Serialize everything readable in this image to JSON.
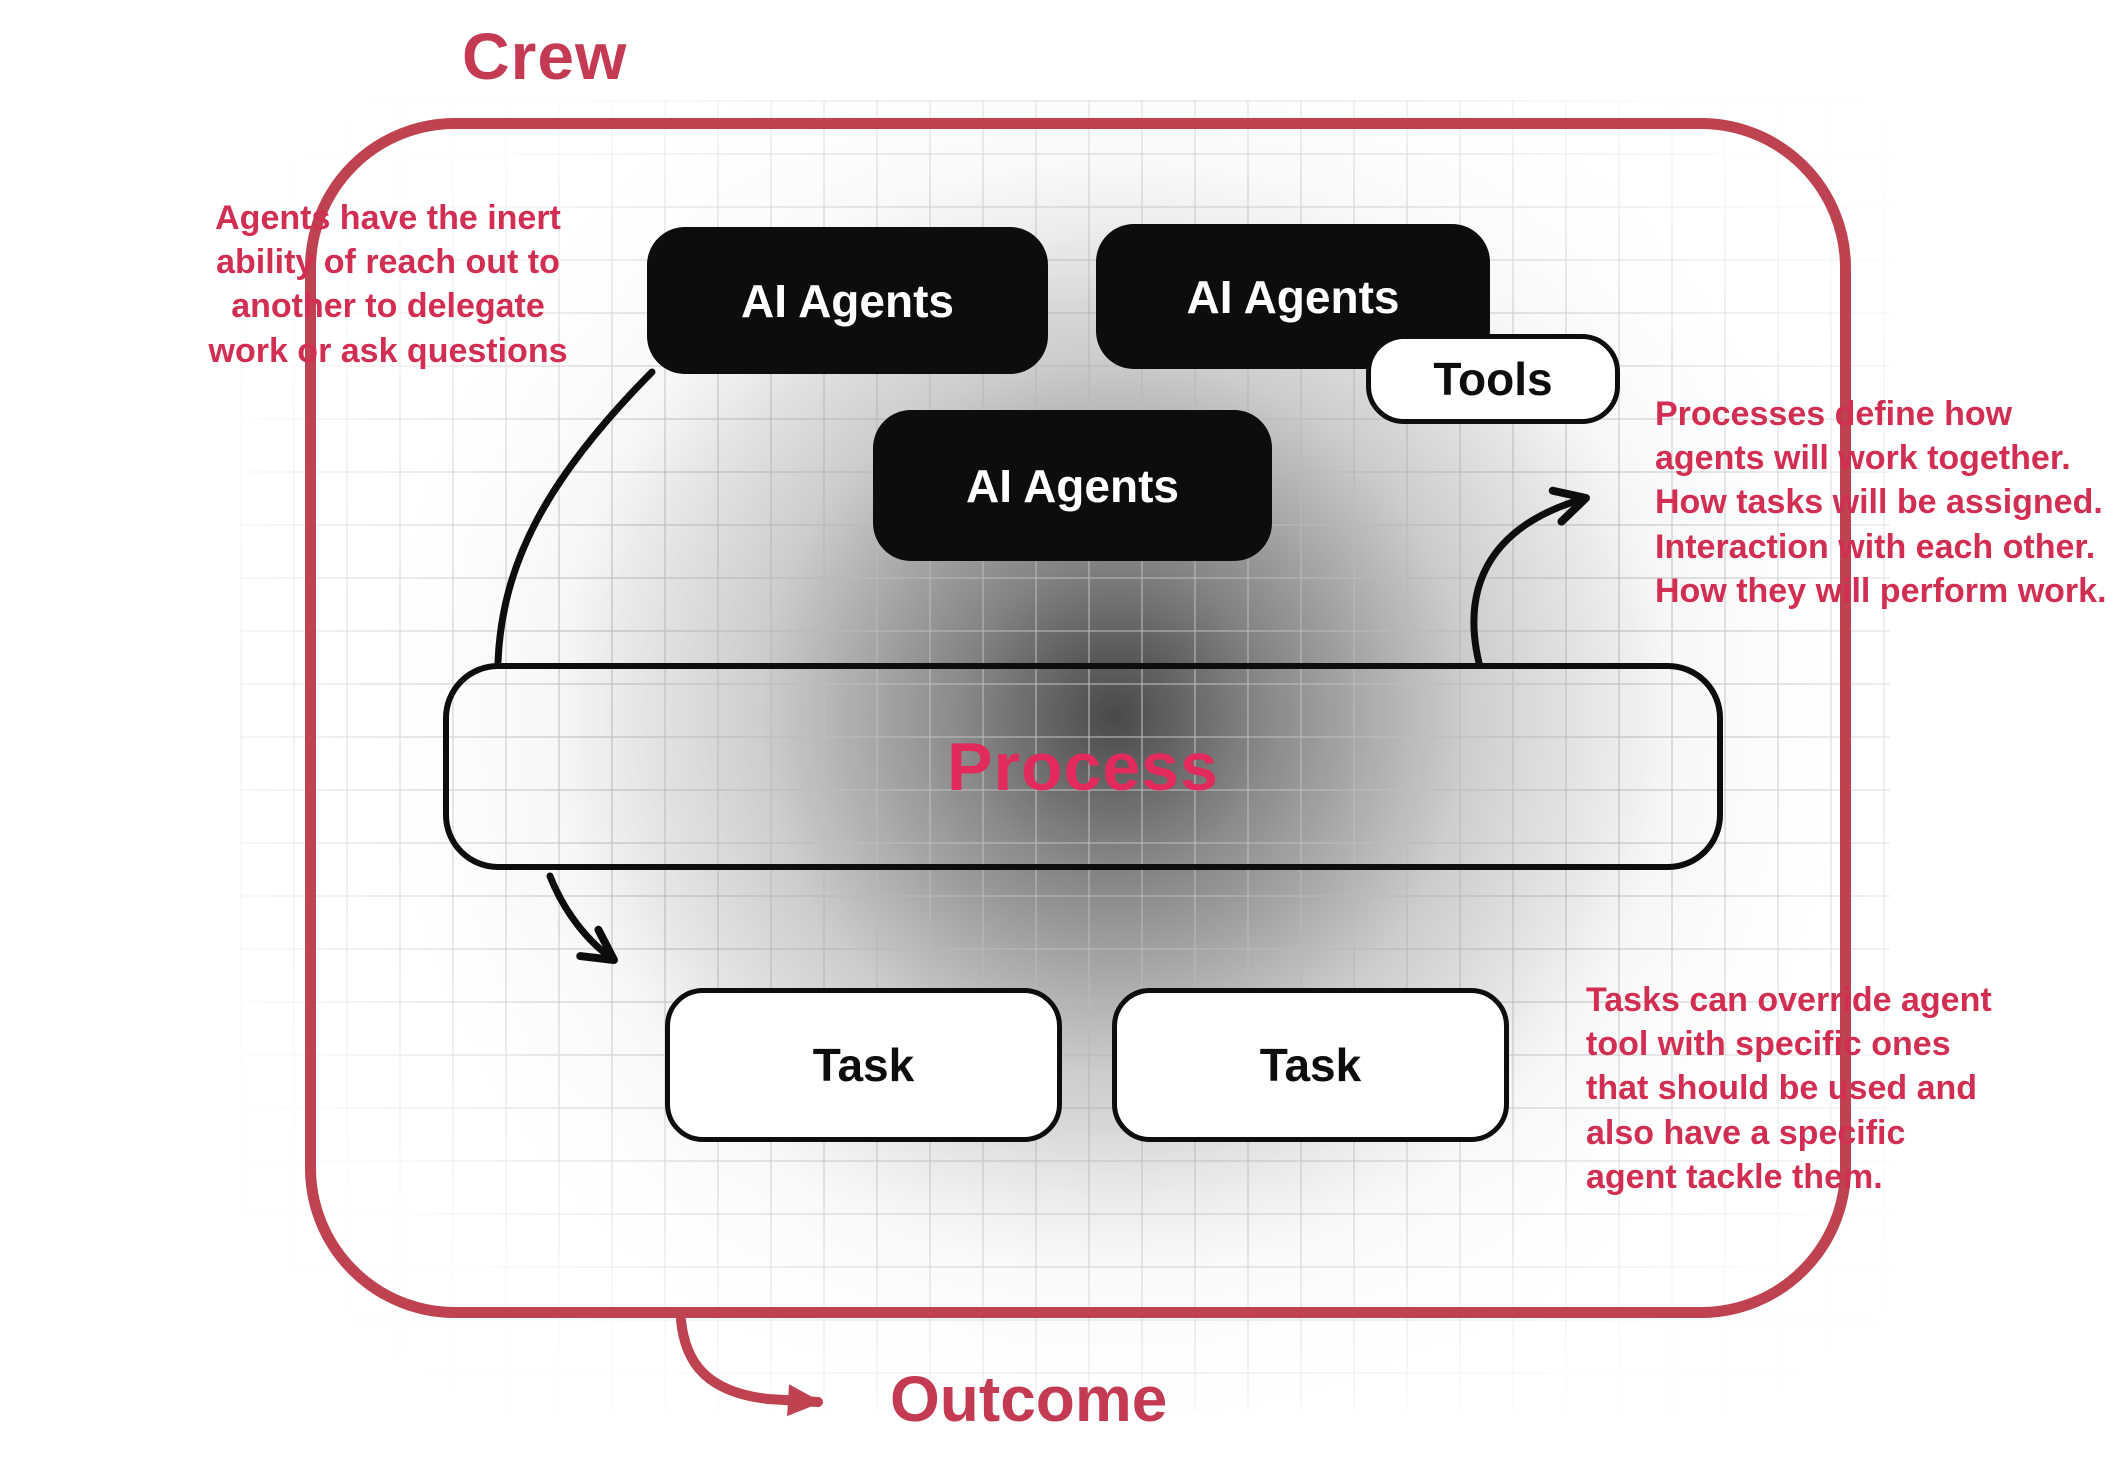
{
  "title": "Crew",
  "outcome_label": "Outcome",
  "boxes": {
    "agent1": "AI Agents",
    "agent2": "AI Agents",
    "agent3": "AI Agents",
    "tools": "Tools",
    "process": "Process",
    "task1": "Task",
    "task2": "Task"
  },
  "annotations": {
    "left": "Agents have the inert\nability of reach out to\nanother to delegate\nwork or ask questions",
    "right_top": "Processes define how\nagents will work together.\nHow tasks will be assigned.\nInteraction with each other.\nHow they will perform work.",
    "right_bottom": "Tasks can override agent\ntool with specific ones\nthat should be used and\nalso have a specific\nagent tackle them."
  },
  "colors": {
    "accent_border": "#bf4251",
    "accent_text": "#d12e52",
    "process_text": "#e32a5c",
    "node_black": "#0d0d0d",
    "node_white": "#ffffff"
  }
}
